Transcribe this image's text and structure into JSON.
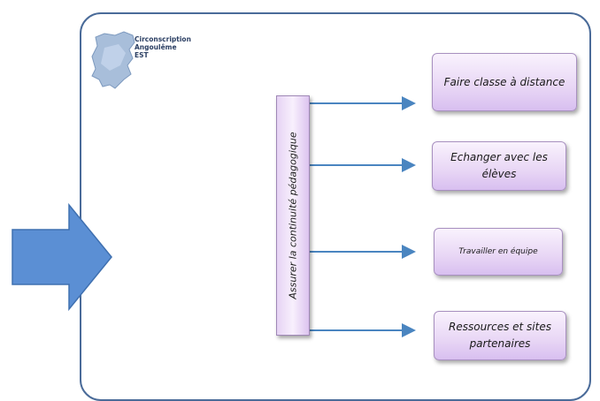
{
  "logo": {
    "lines": [
      "Circonscription",
      "Angoulême",
      "EST"
    ]
  },
  "bar": {
    "label": "Assurer la continuité pédagogique"
  },
  "boxes": [
    {
      "label": "Faire classe à distance"
    },
    {
      "label": "Echanger avec les élèves"
    },
    {
      "label": "Travailler en équipe"
    },
    {
      "label": "Ressources et sites partenaires"
    }
  ],
  "colors": {
    "frame_border": "#4a6b99",
    "arrow_fill": "#5b8fd4",
    "connector": "#4a85c0",
    "box_fill": "#e8d6f5"
  }
}
